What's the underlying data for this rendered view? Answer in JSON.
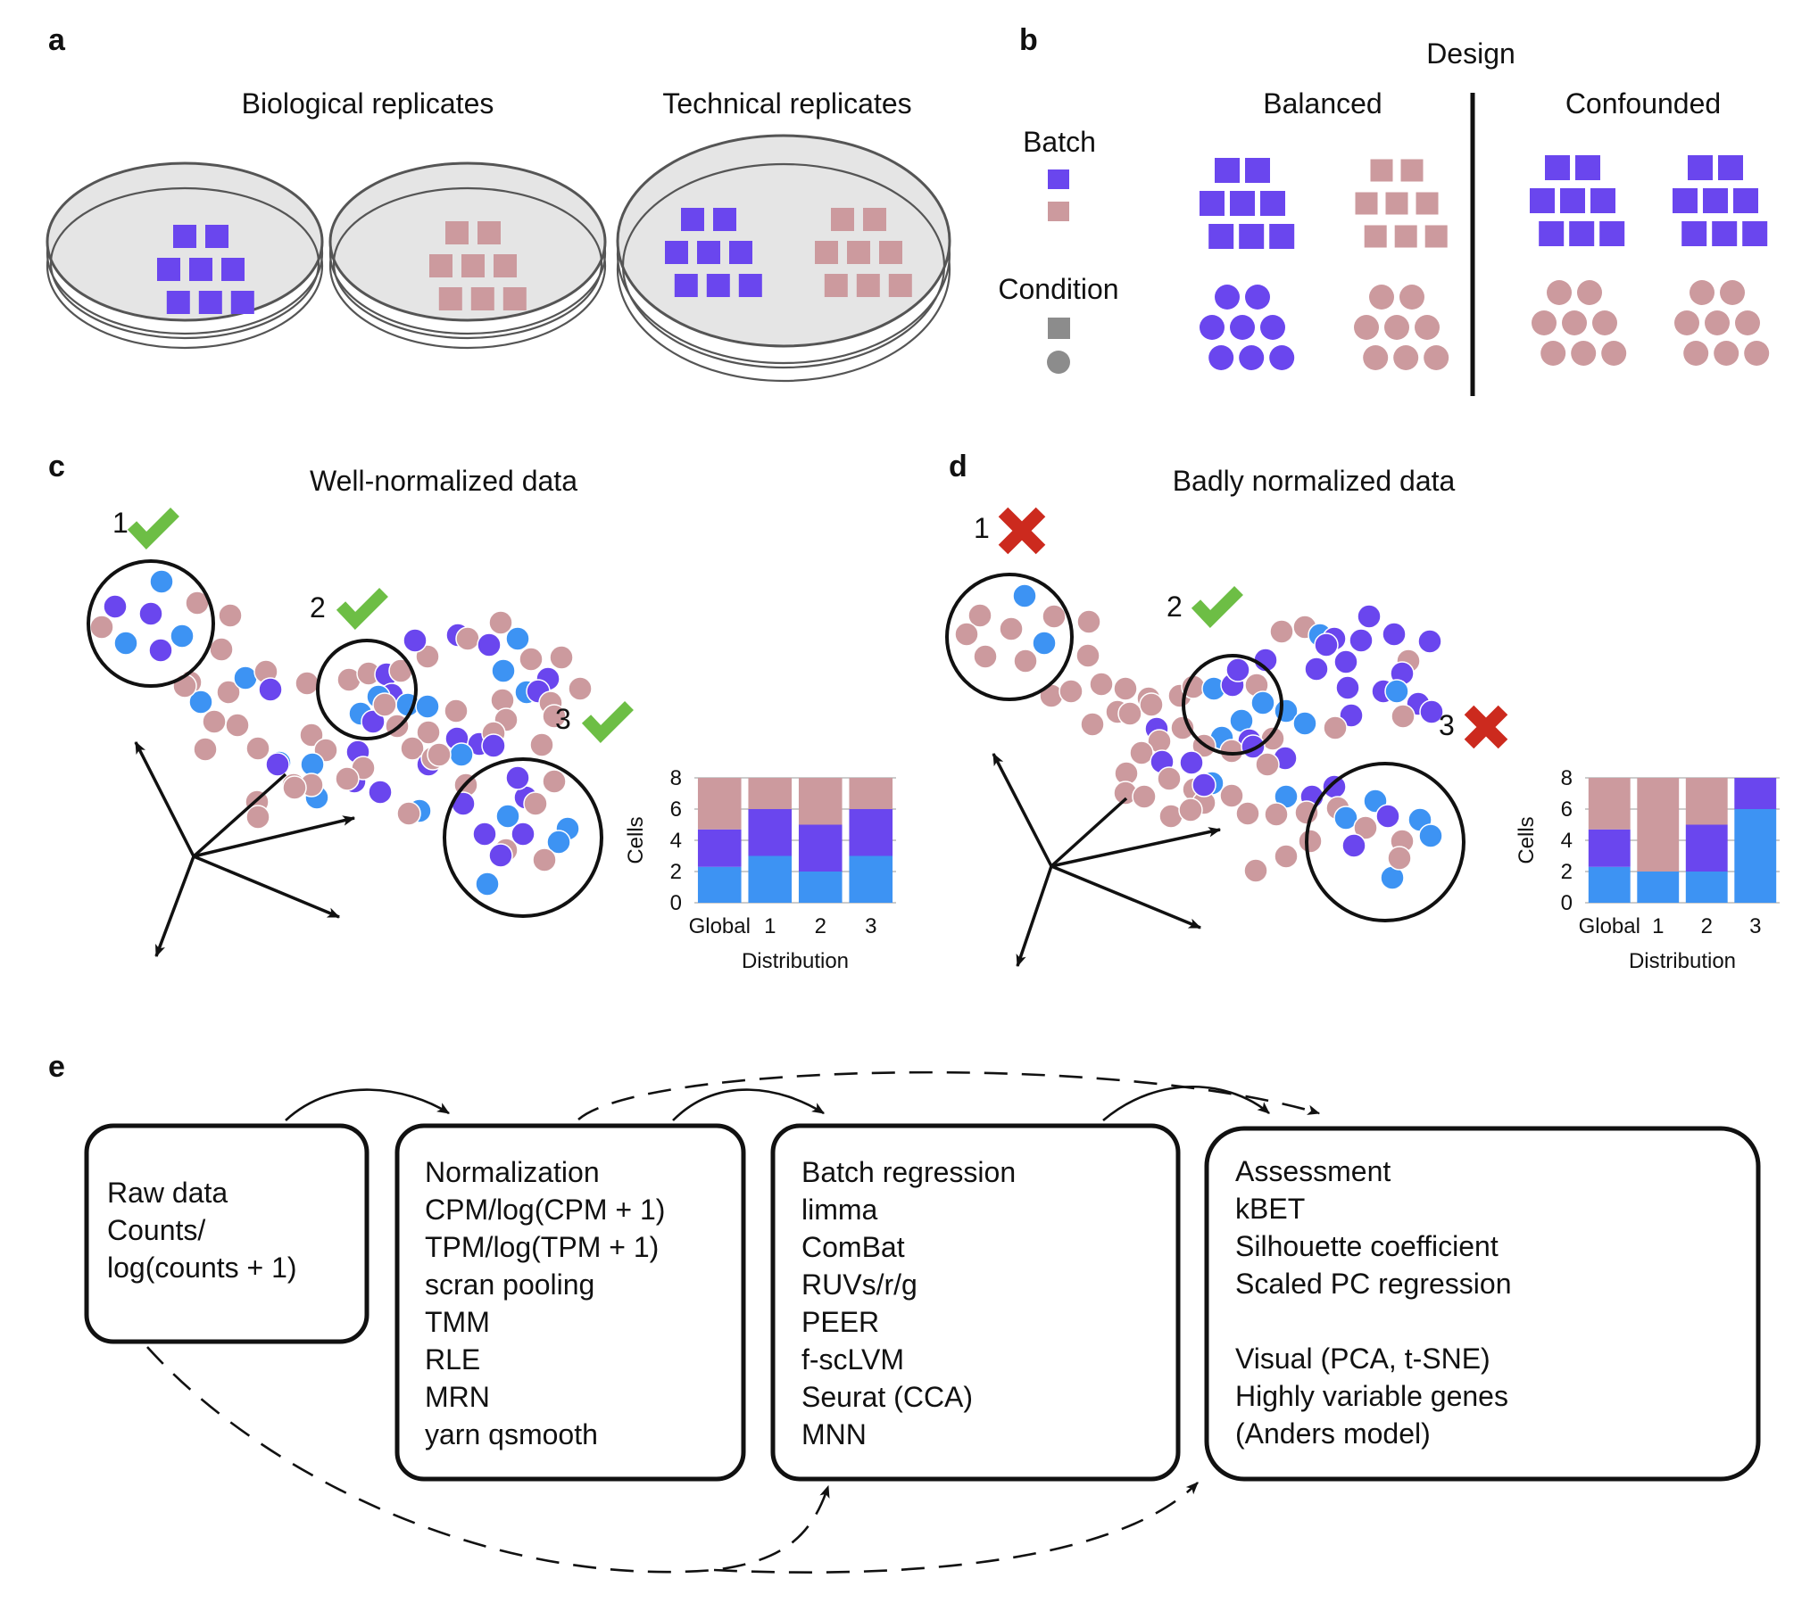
{
  "colors": {
    "batch1": "#6A46EE",
    "batch2": "#CC9A9E",
    "blue": "#3D93F3",
    "gray": "#8C8C8C",
    "check": "#6DBE45",
    "cross": "#CC2A1E",
    "dish_fill": "#E5E5E5"
  },
  "panels": {
    "a": "a",
    "b": "b",
    "c": "c",
    "d": "d",
    "e": "e"
  },
  "panel_a": {
    "bio_label": "Biological replicates",
    "tech_label": "Technical replicates"
  },
  "panel_b": {
    "design": "Design",
    "balanced": "Balanced",
    "confounded": "Confounded",
    "batch": "Batch",
    "condition": "Condition"
  },
  "panel_c": {
    "title": "Well-normalized data",
    "marks": [
      "1",
      "2",
      "3"
    ],
    "mark_icons": [
      "check-icon",
      "check-icon",
      "check-icon"
    ]
  },
  "panel_d": {
    "title": "Badly normalized data",
    "marks": [
      "1",
      "2",
      "3"
    ],
    "mark_icons": [
      "cross-icon",
      "check-icon",
      "cross-icon"
    ]
  },
  "chart_data": [
    {
      "type": "bar",
      "stacked": true,
      "categories": [
        "Global",
        "1",
        "2",
        "3"
      ],
      "xlabel": "Distribution",
      "ylabel": "Cells",
      "ylim": [
        0,
        8
      ],
      "yticks": [
        0,
        2,
        4,
        6,
        8
      ],
      "series": [
        {
          "color": "#3D93F3",
          "values": [
            2.3,
            3,
            2,
            3
          ]
        },
        {
          "color": "#6A46EE",
          "values": [
            2.4,
            3,
            3,
            3
          ]
        },
        {
          "color": "#CC9A9E",
          "values": [
            3.3,
            2,
            3,
            2
          ]
        }
      ]
    },
    {
      "type": "bar",
      "stacked": true,
      "categories": [
        "Global",
        "1",
        "2",
        "3"
      ],
      "xlabel": "Distribution",
      "ylabel": "Cells",
      "ylim": [
        0,
        8
      ],
      "yticks": [
        0,
        2,
        4,
        6,
        8
      ],
      "series": [
        {
          "color": "#3D93F3",
          "values": [
            2.3,
            2,
            2,
            6
          ]
        },
        {
          "color": "#6A46EE",
          "values": [
            2.4,
            0,
            3,
            2
          ]
        },
        {
          "color": "#CC9A9E",
          "values": [
            3.3,
            6,
            3,
            0
          ]
        }
      ]
    }
  ],
  "workflow": {
    "raw": [
      "Raw data",
      "Counts/",
      "log(counts + 1)"
    ],
    "normalization": [
      "Normalization",
      "CPM/log(CPM + 1)",
      "TPM/log(TPM + 1)",
      "scran pooling",
      "TMM",
      "RLE",
      "MRN",
      "yarn qsmooth"
    ],
    "batch": [
      "Batch regression",
      "limma",
      "ComBat",
      "RUVs/r/g",
      "PEER",
      "f-scLVM",
      "Seurat (CCA)",
      "MNN"
    ],
    "assessment": [
      "Assessment",
      "kBET",
      "Silhouette coefficient",
      "Scaled PC regression",
      "",
      "Visual (PCA, t-SNE)",
      "Highly variable genes",
      "(Anders model)"
    ]
  }
}
